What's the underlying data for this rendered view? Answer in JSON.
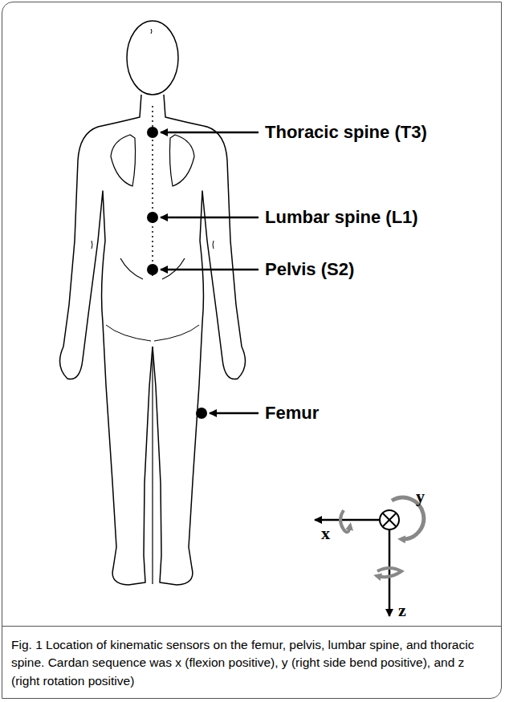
{
  "diagram": {
    "caption": "Fig. 1 Location of kinematic sensors on the femur, pelvis, lumbar spine, and thoracic spine. Cardan sequence was x (flexion positive), y (right side bend positive), and z (right rotation positive)",
    "labels": [
      "Thoracic spine (T3)",
      "Lumbar spine (L1)",
      "Pelvis (S2)",
      "Femur",
      "x",
      "y",
      "z"
    ]
  }
}
